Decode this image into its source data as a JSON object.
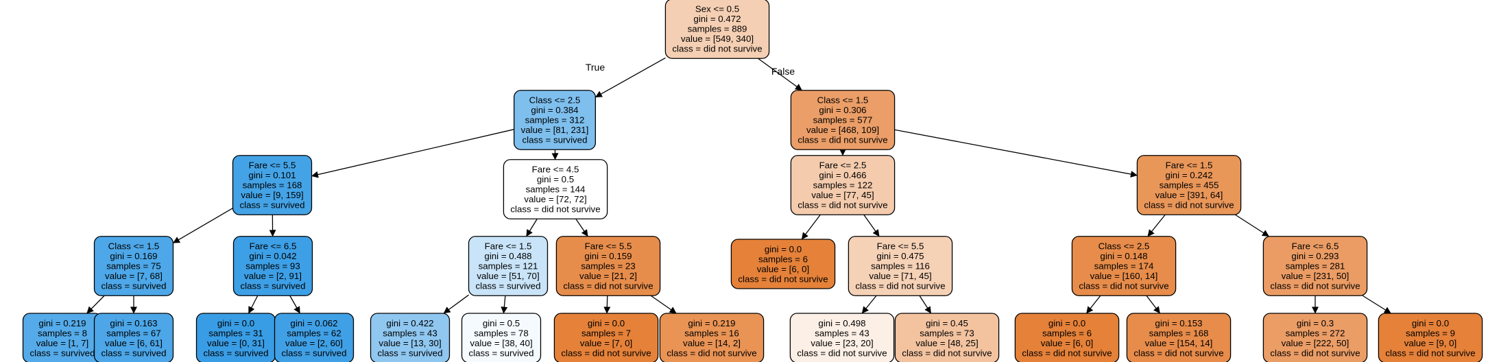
{
  "tree": {
    "nodes": [
      {
        "id": "n0",
        "lines": [
          "Sex <= 0.5",
          "gini = 0.472",
          "samples = 889",
          "value = [549, 340]",
          "class = did not survive"
        ],
        "fill": "#f5cfb3"
      },
      {
        "id": "n1",
        "lines": [
          "Class <= 2.5",
          "gini = 0.384",
          "samples = 312",
          "value = [81, 231]",
          "class = survived"
        ],
        "fill": "#7ebfee"
      },
      {
        "id": "n2",
        "lines": [
          "Class <= 1.5",
          "gini = 0.306",
          "samples = 577",
          "value = [468, 109]",
          "class = did not survive"
        ],
        "fill": "#eb9e67"
      },
      {
        "id": "n3",
        "lines": [
          "Fare <= 5.5",
          "gini = 0.101",
          "samples = 168",
          "value = [9, 159]",
          "class = survived"
        ],
        "fill": "#44a3e6"
      },
      {
        "id": "n4",
        "lines": [
          "Fare <= 4.5",
          "gini = 0.5",
          "samples = 144",
          "value = [72, 72]",
          "class = did not survive"
        ],
        "fill": "#ffffff"
      },
      {
        "id": "n5",
        "lines": [
          "Fare <= 2.5",
          "gini = 0.466",
          "samples = 122",
          "value = [77, 45]",
          "class = did not survive"
        ],
        "fill": "#f4cbad"
      },
      {
        "id": "n6",
        "lines": [
          "Fare <= 1.5",
          "gini = 0.242",
          "samples = 455",
          "value = [391, 64]",
          "class = did not survive"
        ],
        "fill": "#e99659"
      },
      {
        "id": "n7",
        "lines": [
          "Class <= 1.5",
          "gini = 0.169",
          "samples = 75",
          "value = [7, 68]",
          "class = survived"
        ],
        "fill": "#4da7e8"
      },
      {
        "id": "n8",
        "lines": [
          "Fare <= 6.5",
          "gini = 0.042",
          "samples = 93",
          "value = [2, 91]",
          "class = survived"
        ],
        "fill": "#3d9fe6"
      },
      {
        "id": "n9",
        "lines": [
          "Fare <= 1.5",
          "gini = 0.488",
          "samples = 121",
          "value = [51, 70]",
          "class = survived"
        ],
        "fill": "#c9e4f8"
      },
      {
        "id": "n10",
        "lines": [
          "Fare <= 5.5",
          "gini = 0.159",
          "samples = 23",
          "value = [21, 2]",
          "class = did not survive"
        ],
        "fill": "#e78d4c"
      },
      {
        "id": "n11",
        "lines": [
          "gini = 0.0",
          "samples = 6",
          "value = [6, 0]",
          "class = did not survive"
        ],
        "fill": "#e58139"
      },
      {
        "id": "n12",
        "lines": [
          "Fare <= 5.5",
          "gini = 0.475",
          "samples = 116",
          "value = [71, 45]",
          "class = did not survive"
        ],
        "fill": "#f5d1b6"
      },
      {
        "id": "n13",
        "lines": [
          "Class <= 2.5",
          "gini = 0.148",
          "samples = 174",
          "value = [160, 14]",
          "class = did not survive"
        ],
        "fill": "#e78c4a"
      },
      {
        "id": "n14",
        "lines": [
          "Fare <= 6.5",
          "gini = 0.293",
          "samples = 281",
          "value = [231, 50]",
          "class = did not survive"
        ],
        "fill": "#eb9c64"
      },
      {
        "id": "n15",
        "lines": [
          "gini = 0.219",
          "samples = 8",
          "value = [1, 7]",
          "class = survived"
        ],
        "fill": "#55abe9"
      },
      {
        "id": "n16",
        "lines": [
          "gini = 0.163",
          "samples = 67",
          "value = [6, 61]",
          "class = survived"
        ],
        "fill": "#4ca6e8"
      },
      {
        "id": "n17",
        "lines": [
          "gini = 0.0",
          "samples = 31",
          "value = [0, 31]",
          "class = survived"
        ],
        "fill": "#399de5"
      },
      {
        "id": "n18",
        "lines": [
          "gini = 0.062",
          "samples = 62",
          "value = [2, 60]",
          "class = survived"
        ],
        "fill": "#40a0e6"
      },
      {
        "id": "n19",
        "lines": [
          "gini = 0.422",
          "samples = 43",
          "value = [13, 30]",
          "class = survived"
        ],
        "fill": "#8fc7f0"
      },
      {
        "id": "n20",
        "lines": [
          "gini = 0.5",
          "samples = 78",
          "value = [38, 40]",
          "class = survived"
        ],
        "fill": "#f5fafe"
      },
      {
        "id": "n21",
        "lines": [
          "gini = 0.0",
          "samples = 7",
          "value = [7, 0]",
          "class = did not survive"
        ],
        "fill": "#e58139"
      },
      {
        "id": "n22",
        "lines": [
          "gini = 0.219",
          "samples = 16",
          "value = [14, 2]",
          "class = did not survive"
        ],
        "fill": "#e99355"
      },
      {
        "id": "n23",
        "lines": [
          "gini = 0.498",
          "samples = 43",
          "value = [23, 20]",
          "class = did not survive"
        ],
        "fill": "#fcefe5"
      },
      {
        "id": "n24",
        "lines": [
          "gini = 0.45",
          "samples = 73",
          "value = [48, 25]",
          "class = did not survive"
        ],
        "fill": "#f3c3a0"
      },
      {
        "id": "n25",
        "lines": [
          "gini = 0.0",
          "samples = 6",
          "value = [6, 0]",
          "class = did not survive"
        ],
        "fill": "#e58139"
      },
      {
        "id": "n26",
        "lines": [
          "gini = 0.153",
          "samples = 168",
          "value = [154, 14]",
          "class = did not survive"
        ],
        "fill": "#e78c4b"
      },
      {
        "id": "n27",
        "lines": [
          "gini = 0.3",
          "samples = 272",
          "value = [222, 50]",
          "class = did not survive"
        ],
        "fill": "#eb9d66"
      },
      {
        "id": "n28",
        "lines": [
          "gini = 0.0",
          "samples = 9",
          "value = [9, 0]",
          "class = did not survive"
        ],
        "fill": "#e58139"
      }
    ],
    "edges": [
      {
        "from": "n0",
        "to": "n1",
        "label": "True"
      },
      {
        "from": "n0",
        "to": "n2",
        "label": "False"
      },
      {
        "from": "n1",
        "to": "n3"
      },
      {
        "from": "n1",
        "to": "n4"
      },
      {
        "from": "n2",
        "to": "n5"
      },
      {
        "from": "n2",
        "to": "n6"
      },
      {
        "from": "n3",
        "to": "n7"
      },
      {
        "from": "n3",
        "to": "n8"
      },
      {
        "from": "n4",
        "to": "n9"
      },
      {
        "from": "n4",
        "to": "n10"
      },
      {
        "from": "n5",
        "to": "n11"
      },
      {
        "from": "n5",
        "to": "n12"
      },
      {
        "from": "n6",
        "to": "n13"
      },
      {
        "from": "n6",
        "to": "n14"
      },
      {
        "from": "n7",
        "to": "n15"
      },
      {
        "from": "n7",
        "to": "n16"
      },
      {
        "from": "n8",
        "to": "n17"
      },
      {
        "from": "n8",
        "to": "n18"
      },
      {
        "from": "n9",
        "to": "n19"
      },
      {
        "from": "n9",
        "to": "n20"
      },
      {
        "from": "n10",
        "to": "n21"
      },
      {
        "from": "n10",
        "to": "n22"
      },
      {
        "from": "n12",
        "to": "n23"
      },
      {
        "from": "n12",
        "to": "n24"
      },
      {
        "from": "n13",
        "to": "n25"
      },
      {
        "from": "n13",
        "to": "n26"
      },
      {
        "from": "n14",
        "to": "n27"
      },
      {
        "from": "n14",
        "to": "n28"
      }
    ]
  }
}
